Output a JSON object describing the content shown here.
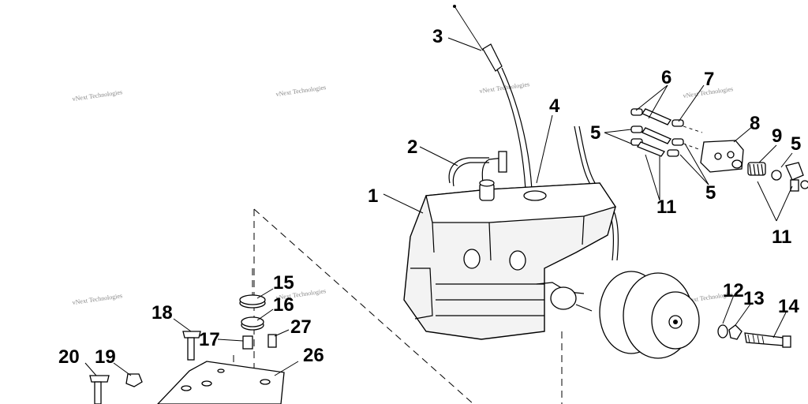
{
  "diagram": {
    "callouts": [
      {
        "id": "c1",
        "text": "1"
      },
      {
        "id": "c2",
        "text": "2"
      },
      {
        "id": "c3",
        "text": "3"
      },
      {
        "id": "c4",
        "text": "4"
      },
      {
        "id": "c5a",
        "text": "5"
      },
      {
        "id": "c5b",
        "text": "5"
      },
      {
        "id": "c5c",
        "text": "5"
      },
      {
        "id": "c6",
        "text": "6"
      },
      {
        "id": "c7",
        "text": "7"
      },
      {
        "id": "c8",
        "text": "8"
      },
      {
        "id": "c9",
        "text": "9"
      },
      {
        "id": "c11a",
        "text": "11"
      },
      {
        "id": "c11b",
        "text": "11"
      },
      {
        "id": "c12",
        "text": "12"
      },
      {
        "id": "c13",
        "text": "13"
      },
      {
        "id": "c14",
        "text": "14"
      },
      {
        "id": "c15",
        "text": "15"
      },
      {
        "id": "c16",
        "text": "16"
      },
      {
        "id": "c17",
        "text": "17"
      },
      {
        "id": "c18",
        "text": "18"
      },
      {
        "id": "c19",
        "text": "19"
      },
      {
        "id": "c20",
        "text": "20"
      },
      {
        "id": "c26",
        "text": "26"
      },
      {
        "id": "c27",
        "text": "27"
      }
    ],
    "watermark": "vNext Technologies"
  }
}
